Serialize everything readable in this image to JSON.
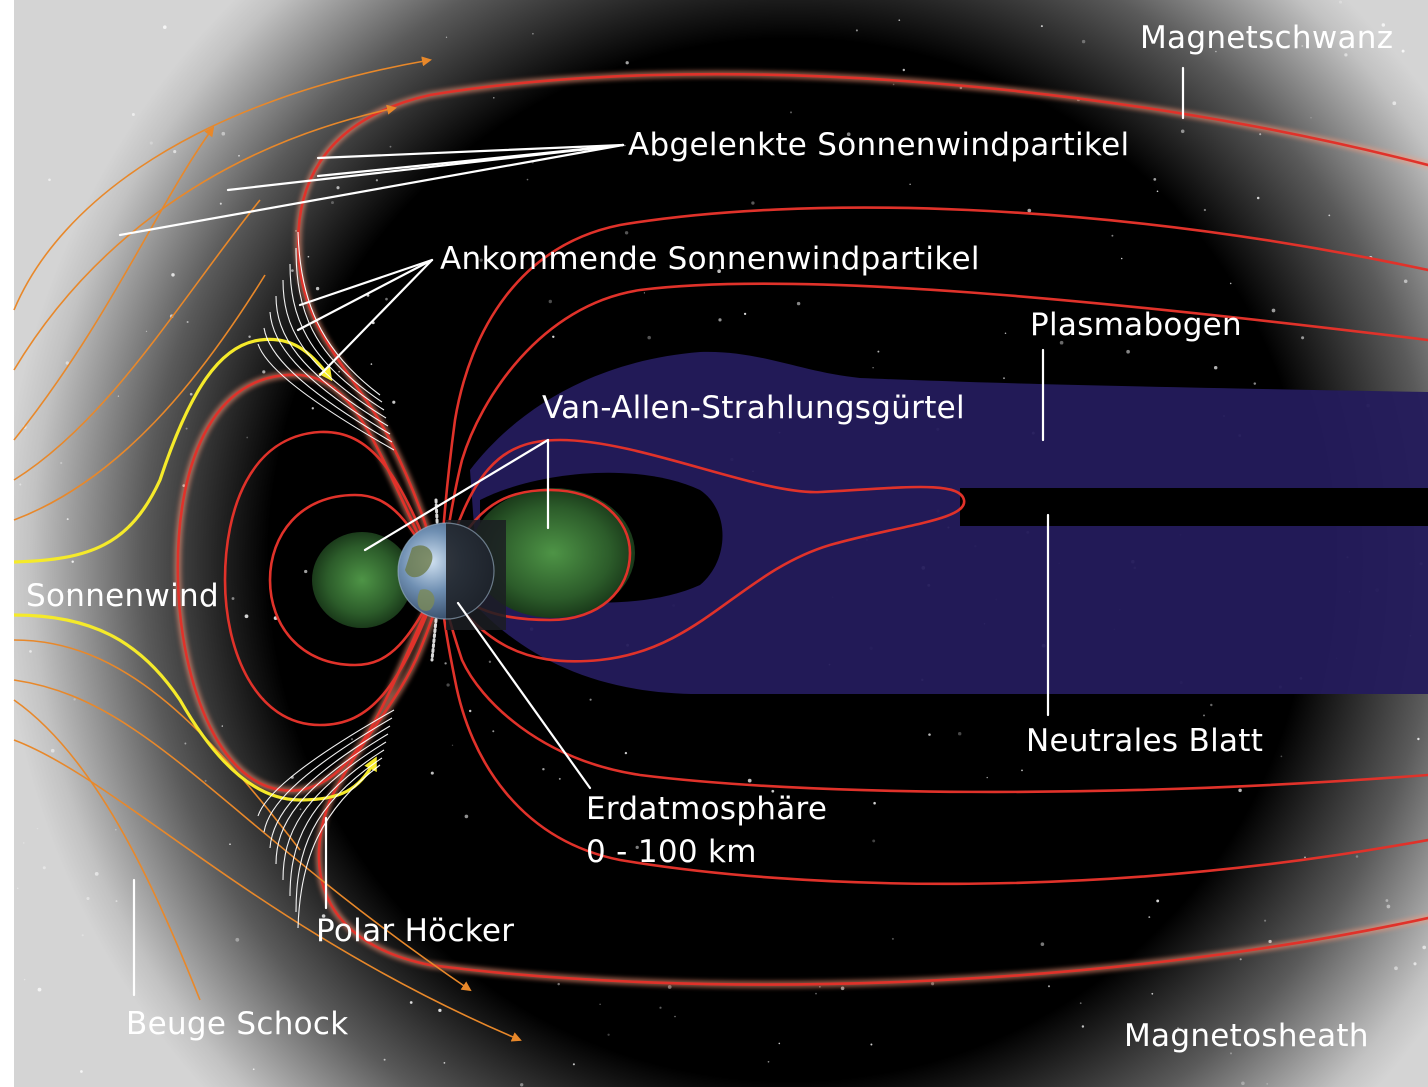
{
  "labels": {
    "magnetschwanz": "Magnetschwanz",
    "abgelenkte": "Abgelenkte Sonnenwindpartikel",
    "ankommende": "Ankommende Sonnenwindpartikel",
    "plasmabogen": "Plasmabogen",
    "van_allen": "Van-Allen-Strahlungsgürtel",
    "sonnenwind": "Sonnenwind",
    "neutrales_blatt": "Neutrales Blatt",
    "erdatmosphaere": "Erdatmosphäre\n0 - 100 km",
    "polar_hoecker": "Polar Höcker",
    "beuge_schock": "Beuge Schock",
    "magnetosheath": "Magnetosheath"
  },
  "colors": {
    "space": "#000000",
    "field_line": "#e0322a",
    "field_glow": "#ff9a7a",
    "solar_wind": "#e8882a",
    "solar_wind_highlight": "#f5ea2a",
    "van_allen_belt": "#3f7a3a",
    "plasma_sheet": "#241b5c",
    "shock_region": "#bdbdbd",
    "leader_line": "#ffffff"
  }
}
